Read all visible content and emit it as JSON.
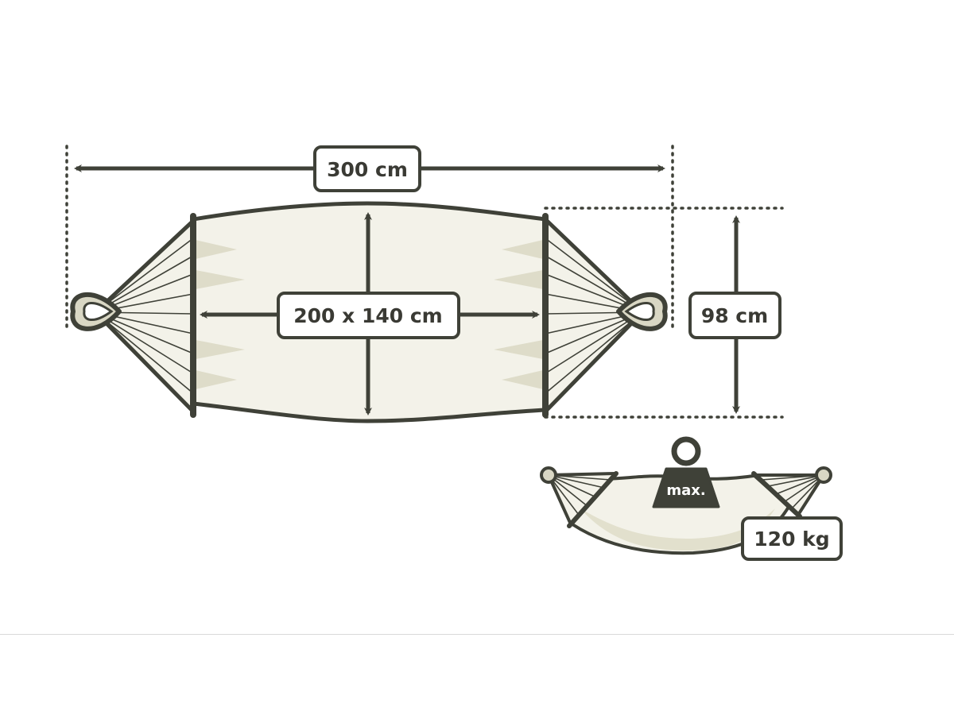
{
  "colors": {
    "outline": "#3f4138",
    "fabric": "#f3f2e9",
    "fabric_shade": "#d9d7c4",
    "background": "#ffffff"
  },
  "dimensions": {
    "total_length": "300 cm",
    "bed_size": "200 x 140 cm",
    "spreader_width": "98 cm"
  },
  "load": {
    "weight_badge": "max.",
    "max_load": "120 kg"
  }
}
